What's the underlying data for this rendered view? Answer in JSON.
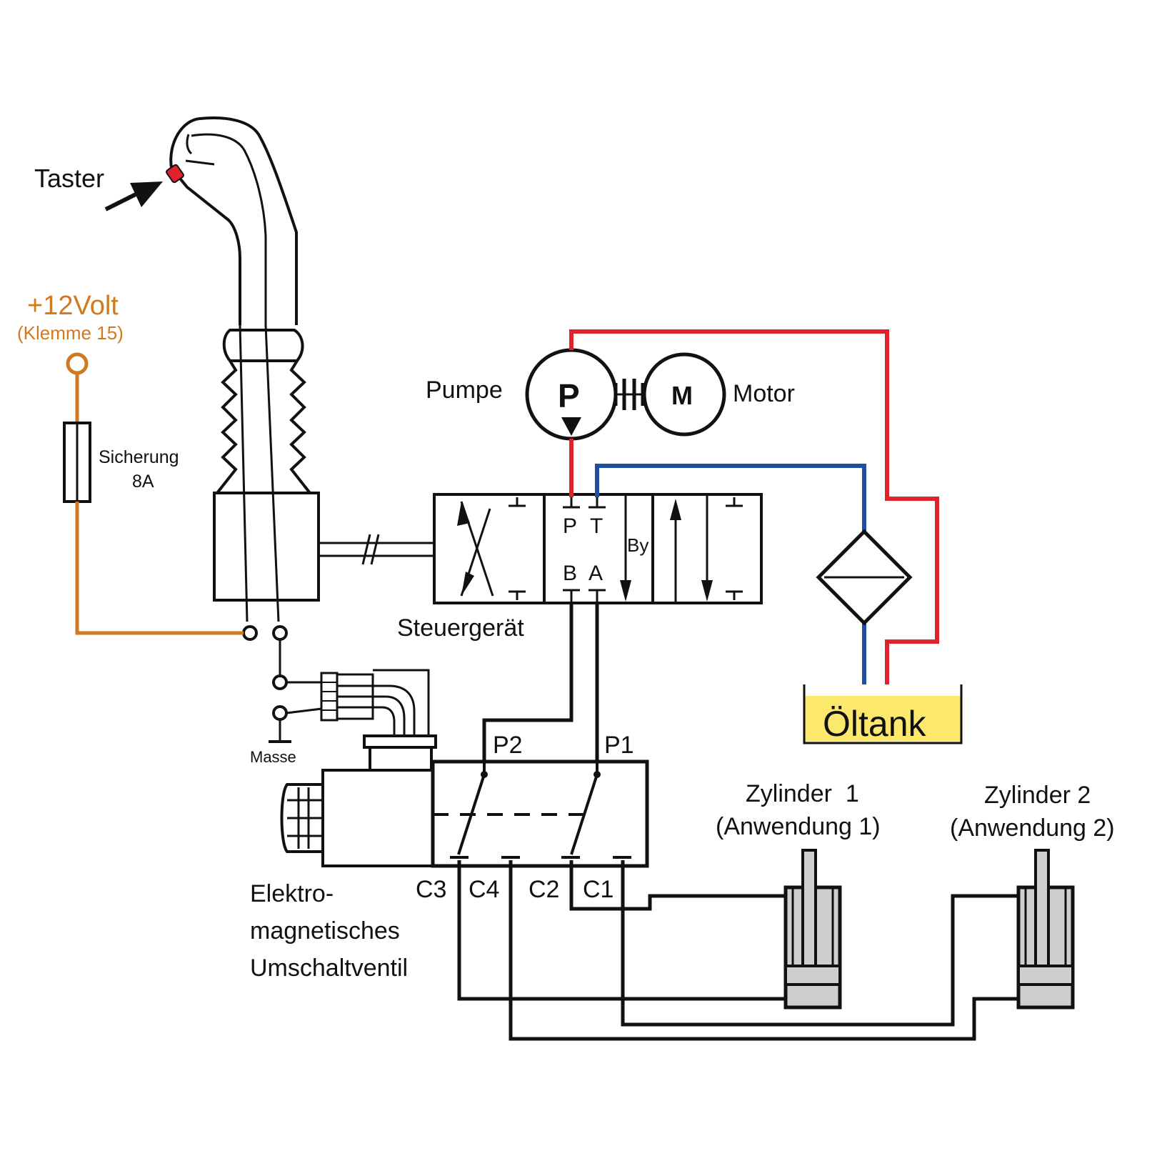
{
  "labels": {
    "taster": "Taster",
    "voltage": "+12Volt",
    "klemme": "(Klemme 15)",
    "fuse_line1": "Sicherung",
    "fuse_line2": "8A",
    "pump": "Pumpe",
    "pump_symbol": "P",
    "motor_symbol": "M",
    "motor": "Motor",
    "port_p": "P",
    "port_t": "T",
    "port_b": "B",
    "port_a": "A",
    "port_by": "By",
    "control_unit": "Steuergerät",
    "tank": "Öltank",
    "ground": "Masse",
    "valve_p2": "P2",
    "valve_p1": "P1",
    "valve_c3": "C3",
    "valve_c4": "C4",
    "valve_c2": "C2",
    "valve_c1": "C1",
    "solenoid_line1": "Elektro-",
    "solenoid_line2": "magnetisches",
    "solenoid_line3": "Umschaltventil",
    "cyl1_line1": "Zylinder  1",
    "cyl1_line2": "(Anwendung 1)",
    "cyl2_line1": "Zylinder 2",
    "cyl2_line2": "(Anwendung 2)"
  },
  "colors": {
    "pressure_line": "#e0222c",
    "return_line": "#1f4fa0",
    "electrical_supply": "#d07a1e",
    "tank_fill": "#fce86c",
    "cylinder_fill": "#cfcfcf",
    "push_button": "#e0222c"
  }
}
